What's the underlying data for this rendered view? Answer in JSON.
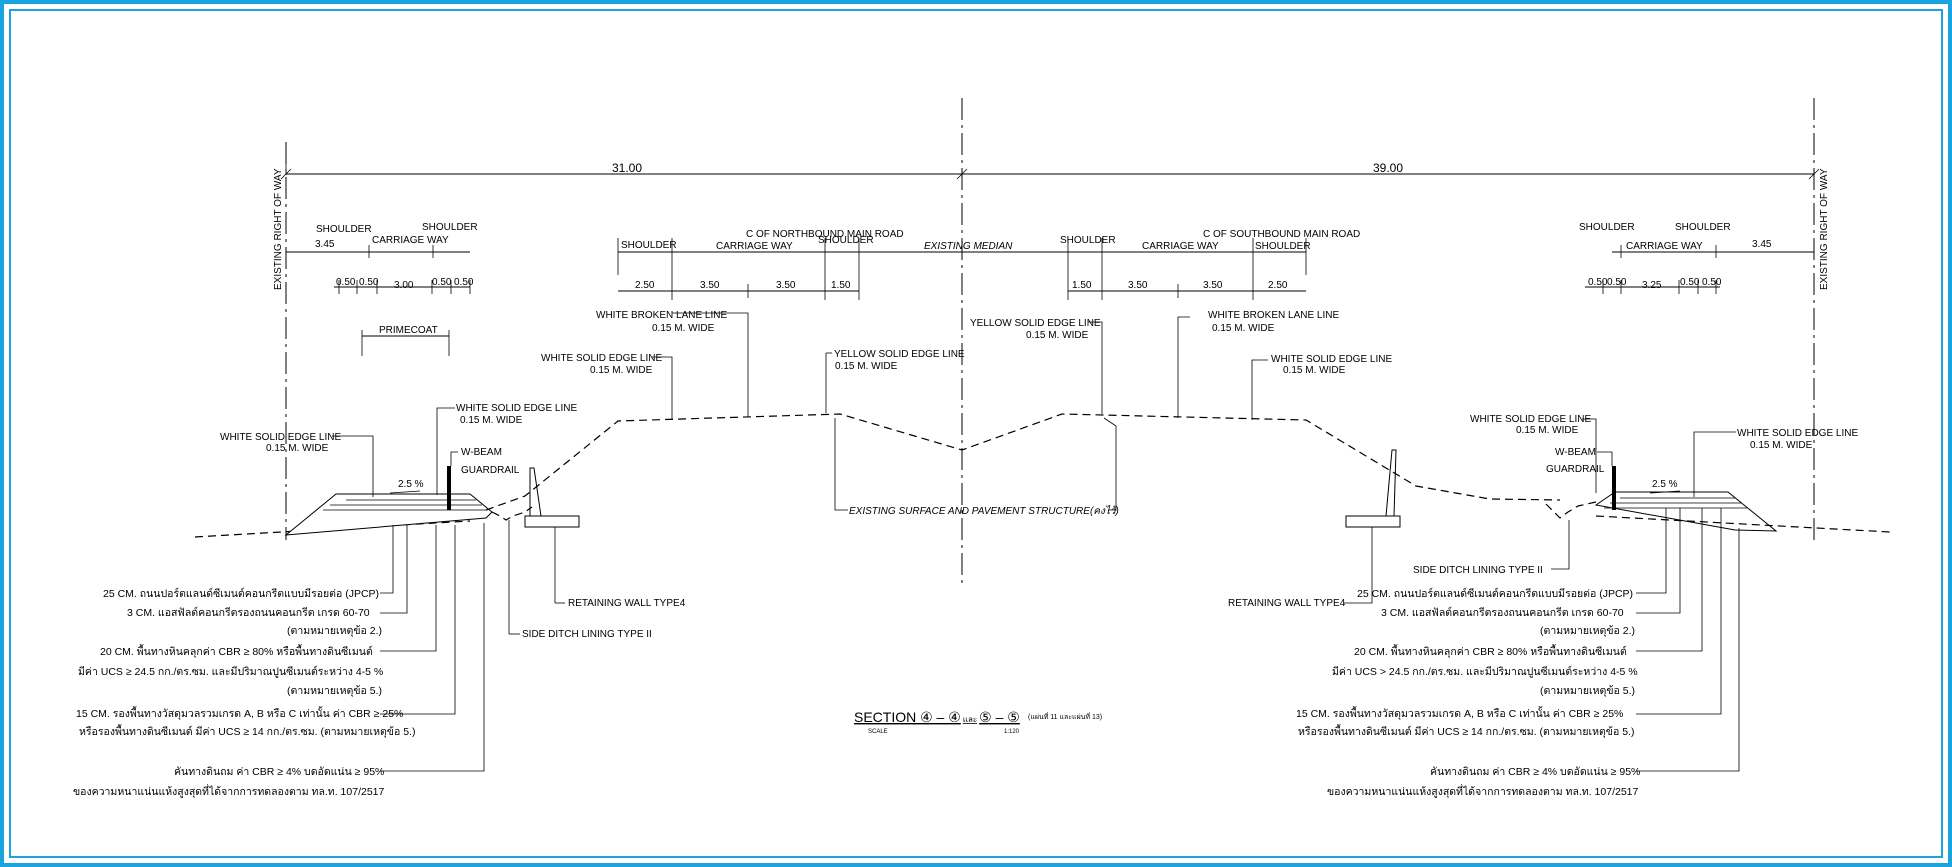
{
  "border_color": "#1aa3dc",
  "dims": {
    "left_total": "31.00",
    "right_total": "39.00",
    "l_345": "3.45",
    "l_050a": "0.50",
    "l_050b": "0.50",
    "l_300": "3.00",
    "l_050c": "0.50",
    "l_050d": "0.50",
    "n_250": "2.50",
    "n_350a": "3.50",
    "n_350b": "3.50",
    "n_150": "1.50",
    "s_150": "1.50",
    "s_350a": "3.50",
    "s_350b": "3.50",
    "s_250": "2.50",
    "r_050a": "0.50",
    "r_050b": "0.50",
    "r_325": "3.25",
    "r_050c": "0.50",
    "r_050d": "0.50",
    "r_345": "3.45"
  },
  "labels": {
    "row_left": "EXISTING RIGHT OF WAY",
    "row_right": "EXISTING RIGHT OF WAY",
    "shoulder": "SHOULDER",
    "carriage_way": "CARRIAGE WAY",
    "cl_north": "C OF NORTHBOUND MAIN ROAD",
    "cl_south": "C OF SOUTHBOUND MAIN ROAD",
    "existing_median": "EXISTING MEDIAN",
    "primecoat": "PRIMECOAT",
    "white_broken": "WHITE BROKEN LANE LINE",
    "white_solid": "WHITE SOLID EDGE LINE",
    "yellow_solid": "YELLOW SOLID EDGE LINE",
    "wide": "0.15 M. WIDE",
    "w_beam": "W-BEAM",
    "guardrail": "GUARDRAIL",
    "slope": "2.5 %",
    "existing_surface": "EXISTING SURFACE AND PAVEMENT STRUCTURE(คงไว้)",
    "retaining_wall": "RETAINING WALL TYPE4",
    "side_ditch": "SIDE DITCH LINING TYPE II",
    "section_title": "SECTION ④ – ④",
    "section_and": "และ",
    "section_title_b": "⑤ – ⑤",
    "section_sheets": "(แผ่นที่ 11 และแผ่นที่ 13)",
    "scale": "SCALE",
    "scale_ratio": "1:120"
  },
  "notes": {
    "n1": "25 CM. ถนนปอร์ตแลนด์ซีเมนต์คอนกรีตแบบมีรอยต่อ (JPCP)",
    "n2": "3 CM. แอสฟัลต์คอนกรีตรองถนนคอนกรีต เกรด 60-70",
    "n2b": "(ตามหมายเหตุข้อ 2.)",
    "n3": "20 CM. พื้นทางหินคลุกค่า CBR ≥ 80% หรือพื้นทางดินซีเมนต์",
    "n3b_left": "มีค่า UCS ≥ 24.5 กก./ตร.ซม. และมีปริมาณปูนซีเมนต์ระหว่าง 4-5 %",
    "n3b_right": "มีค่า UCS > 24.5 กก./ตร.ซม. และมีปริมาณปูนซีเมนต์ระหว่าง 4-5 %",
    "n3c": "(ตามหมายเหตุข้อ 5.)",
    "n4": "15 CM. รองพื้นทางวัสดุมวลรวมเกรด A, B หรือ C เท่านั้น ค่า CBR ≥ 25%",
    "n4b": "หรือรองพื้นทางดินซีเมนต์ มีค่า UCS ≥ 14 กก./ตร.ซม. (ตามหมายเหตุข้อ 5.)",
    "n5": "คันทางดินถม ค่า CBR ≥ 4% บดอัดแน่น ≥ 95%",
    "n5b": "ของความหนาแน่นแห้งสูงสุดที่ได้จากการทดลองตาม ทล.ท. 107/2517"
  }
}
